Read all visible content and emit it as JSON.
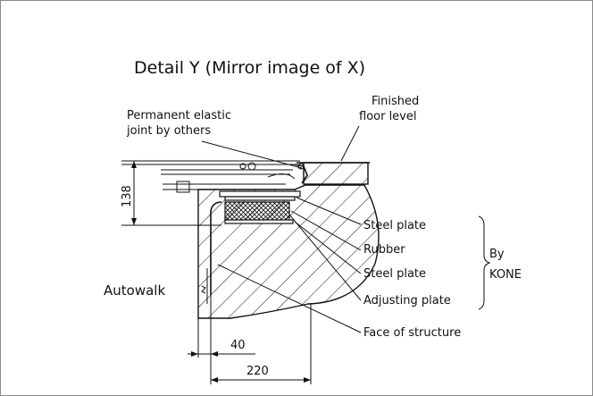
{
  "title": "Detail Y (Mirror image of X)",
  "labels": {
    "finished_floor_1": "Finished",
    "finished_floor_2": "floor level",
    "elastic_joint_1": "Permanent elastic",
    "elastic_joint_2": "joint by others",
    "steel_plate_top": "Steel plate",
    "rubber": "Rubber",
    "steel_plate_bottom": "Steel plate",
    "adjusting_plate": "Adjusting plate",
    "by": "By",
    "kone": "KONE",
    "autowalk": "Autowalk",
    "face_of_structure": "Face of structure"
  },
  "dimensions": {
    "height": "138",
    "offset": "40",
    "width": "220"
  }
}
